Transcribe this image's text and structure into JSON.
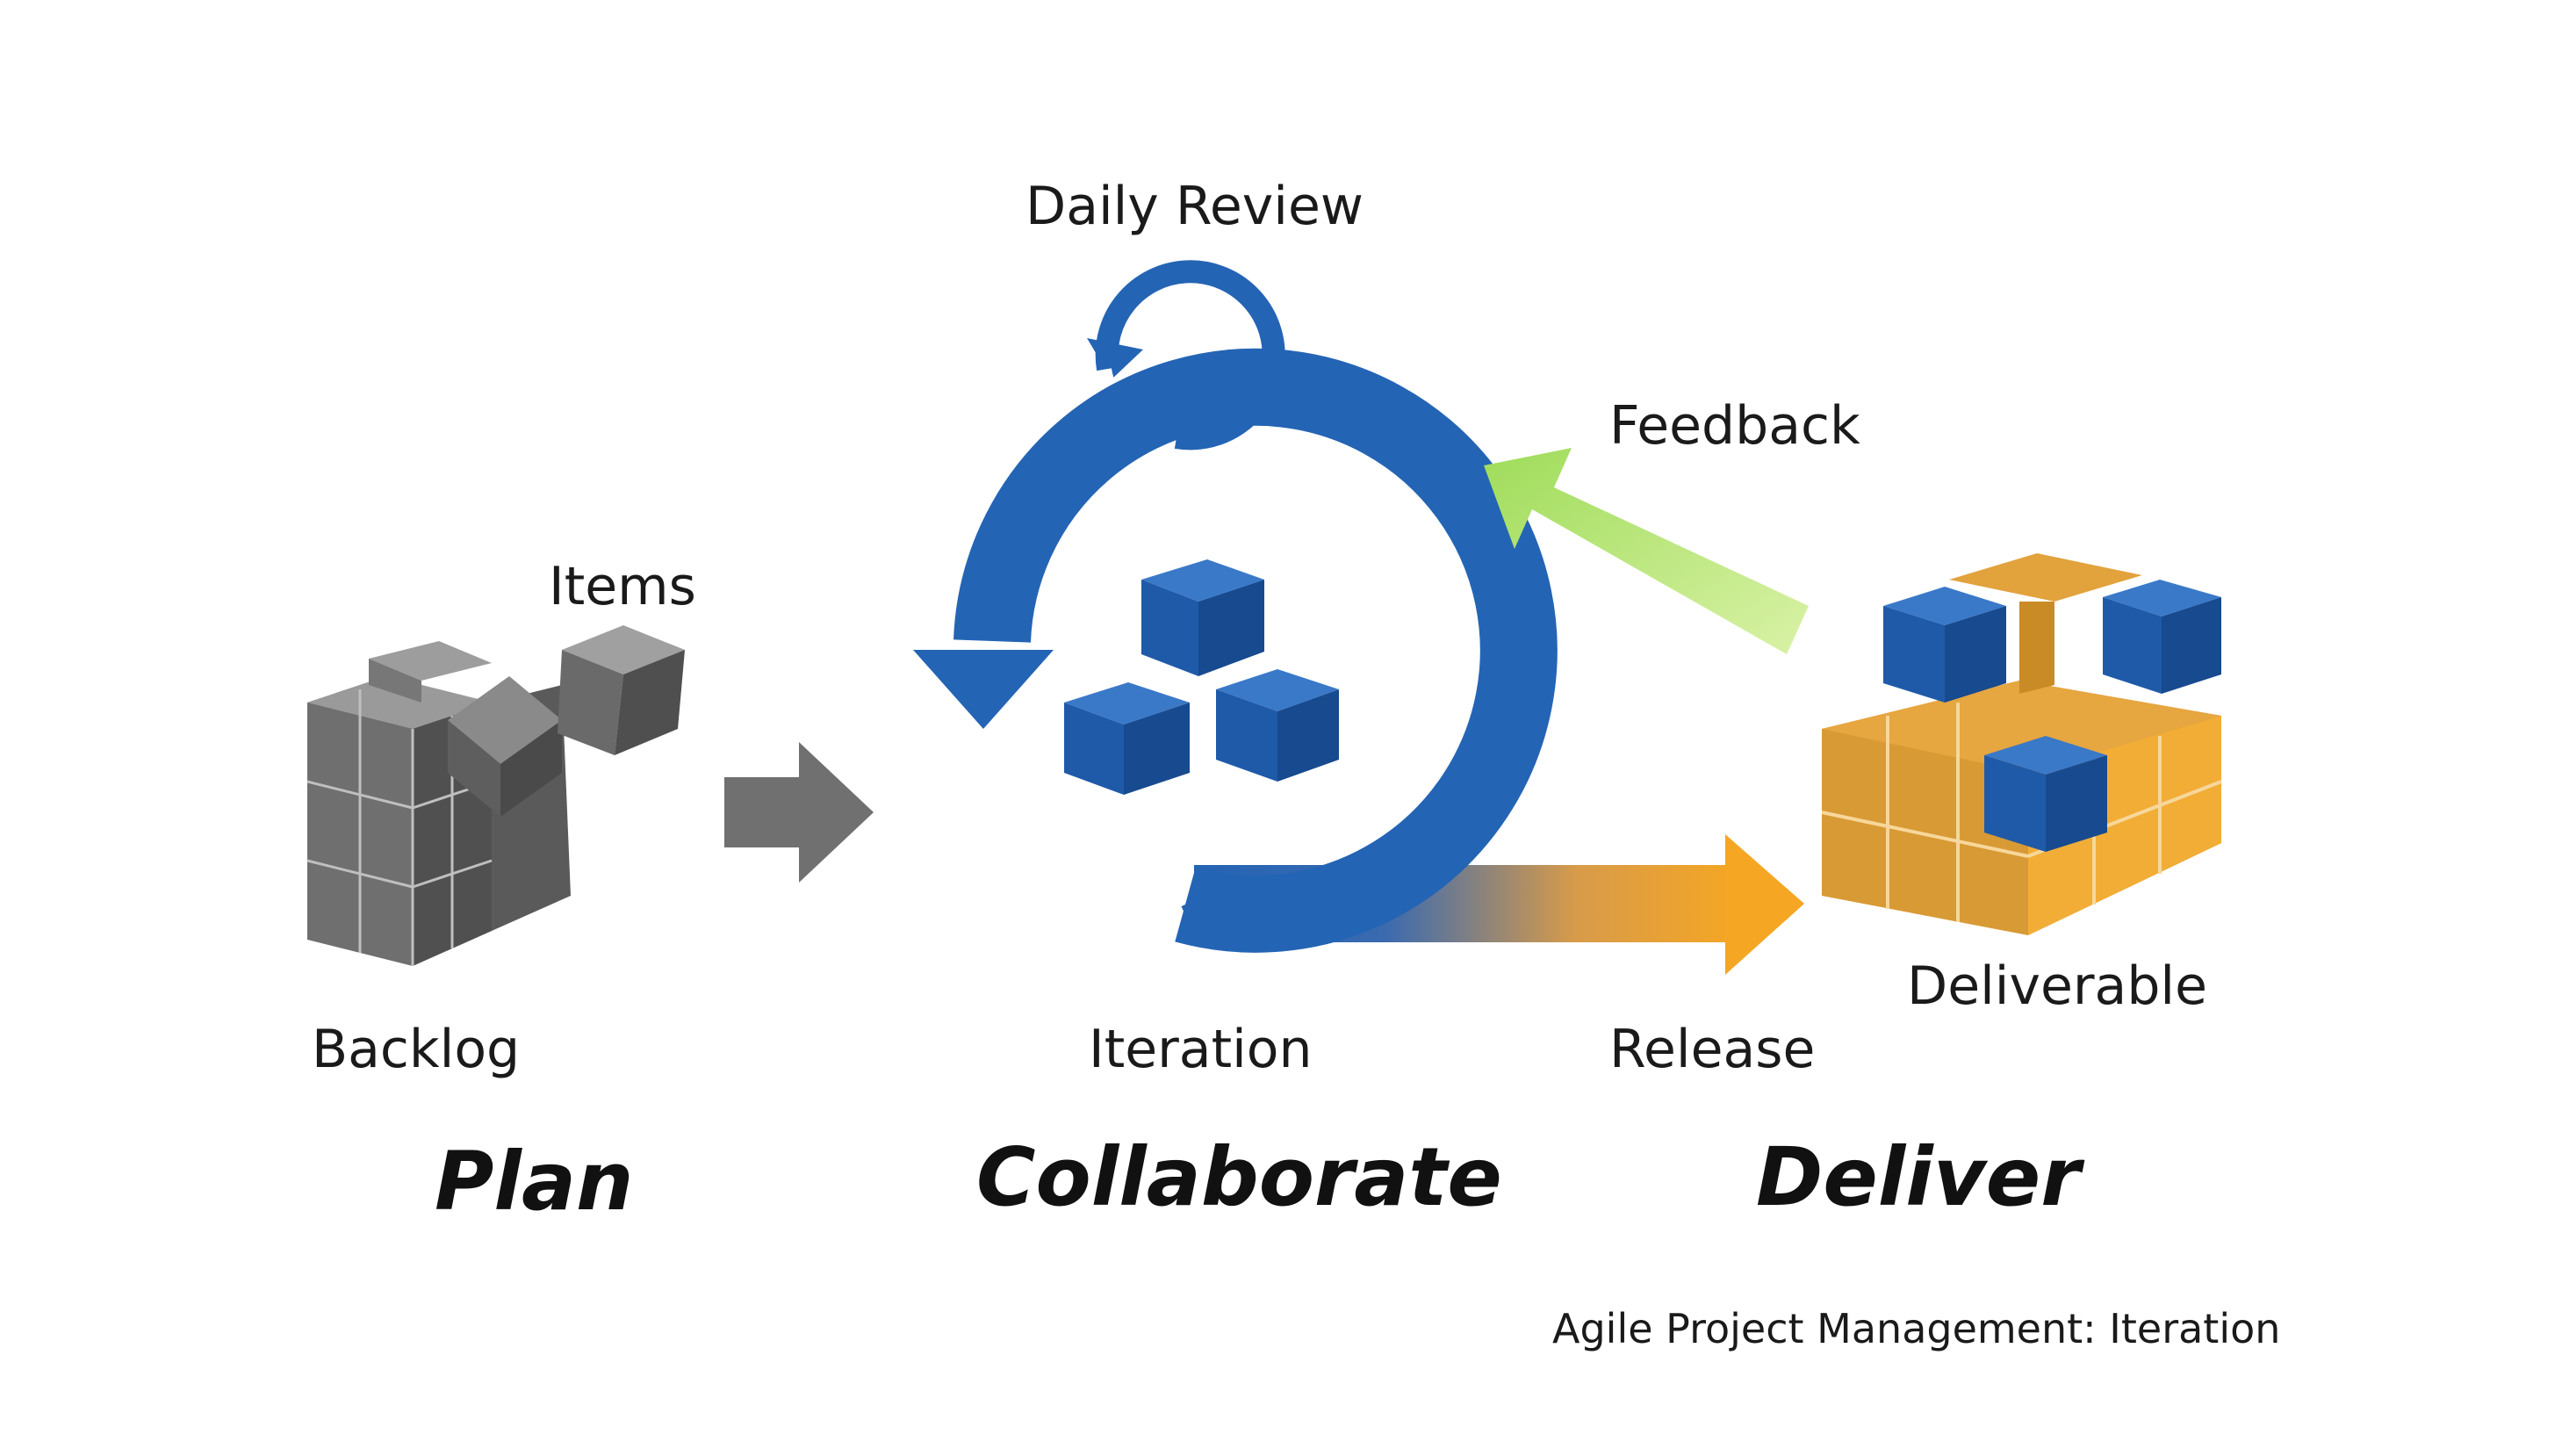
{
  "labels": {
    "daily_review": "Daily Review",
    "feedback": "Feedback",
    "items": "Items",
    "backlog": "Backlog",
    "iteration": "Iteration",
    "release": "Release",
    "deliverable": "Deliverable"
  },
  "phases": {
    "plan": "Plan",
    "collaborate": "Collaborate",
    "deliver": "Deliver"
  },
  "caption": "Agile Project Management: Iteration",
  "colors": {
    "blue": "#2464b4",
    "blue_dark": "#1a4f94",
    "gray": "#707070",
    "orange": "#f5a623",
    "orange_dark": "#c9841a",
    "green": "#a7e06a"
  }
}
